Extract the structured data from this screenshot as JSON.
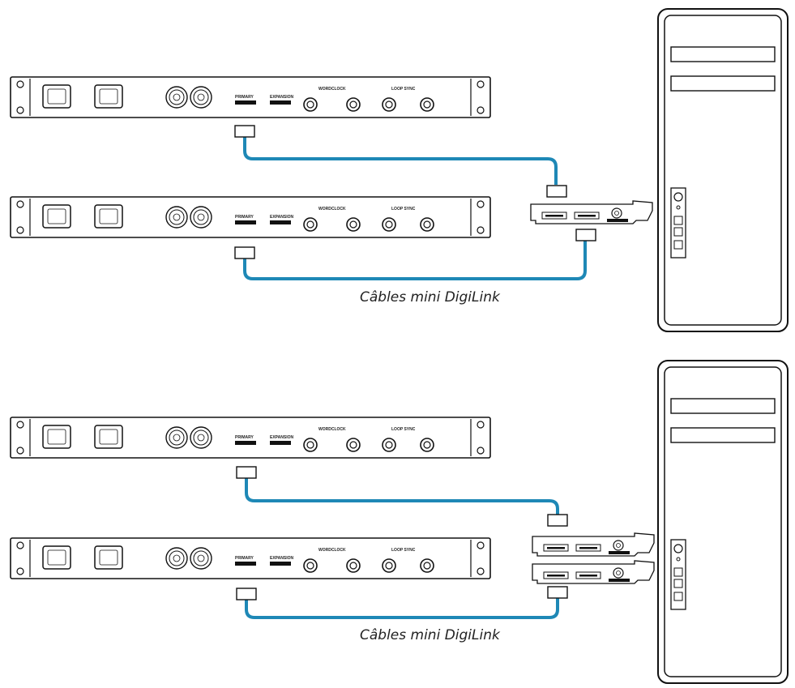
{
  "colors": {
    "cable": "#1e88b6",
    "stroke": "#111111",
    "background": "#ffffff"
  },
  "rack_labels": {
    "primary": "PRIMARY",
    "expansion": "EXPANSION",
    "wordclock": "WORDCLOCK",
    "loopsync": "LOOP SYNC"
  },
  "captions": {
    "top": "Câbles mini DigiLink",
    "bottom": "Câbles mini DigiLink"
  },
  "icons": [
    "xlr-connector-icon",
    "bnc-connector-icon",
    "rack-ear-hole-icon"
  ]
}
